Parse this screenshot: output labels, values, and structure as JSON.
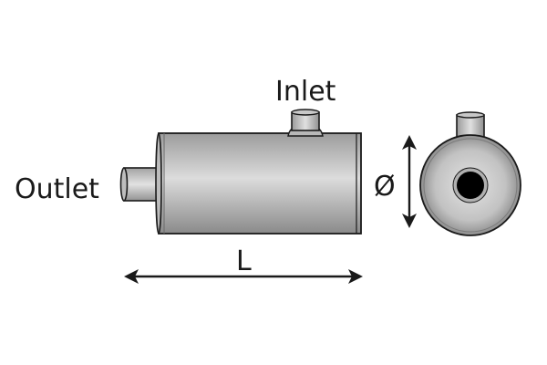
{
  "labels": {
    "inlet": "Inlet",
    "outlet": "Outlet",
    "length": "L",
    "diameter": "Ø"
  },
  "colors": {
    "body_light": "#d6d6d6",
    "body_dark": "#8e8e8e",
    "outline": "#1a1a1a",
    "hole": "#000000"
  }
}
